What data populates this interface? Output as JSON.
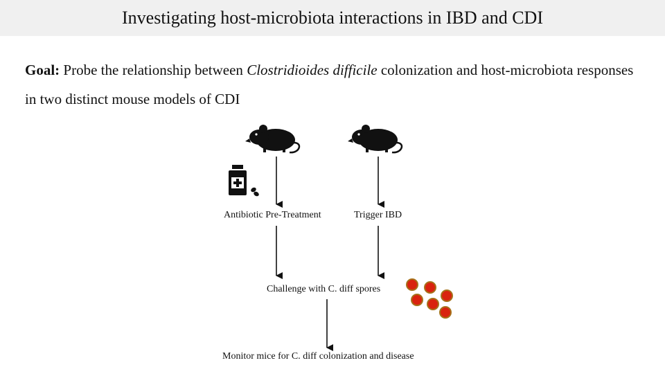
{
  "slide": {
    "title": "Investigating host-microbiota interactions in IBD and CDI"
  },
  "goal": {
    "label": "Goal:",
    "text_before": " Probe the relationship between ",
    "organism": "Clostridioides difficile",
    "text_after": " colonization and host-microbiota responses in two distinct mouse models of CDI"
  },
  "flow": {
    "step_antibiotic": "Antibiotic Pre-Treatment",
    "step_ibd": "Trigger IBD",
    "step_challenge": "Challenge with C. diff spores",
    "step_monitor": "Monitor mice for C. diff colonization and disease"
  },
  "icons": {
    "mouse_left": "mouse-icon",
    "mouse_right": "mouse-icon",
    "medicine": "medicine-bottle-icon",
    "spores": "spores-icon"
  },
  "colors": {
    "title_bg": "#f0f0f0",
    "spore_fill": "#d9230f",
    "spore_ring": "#a6711a"
  }
}
